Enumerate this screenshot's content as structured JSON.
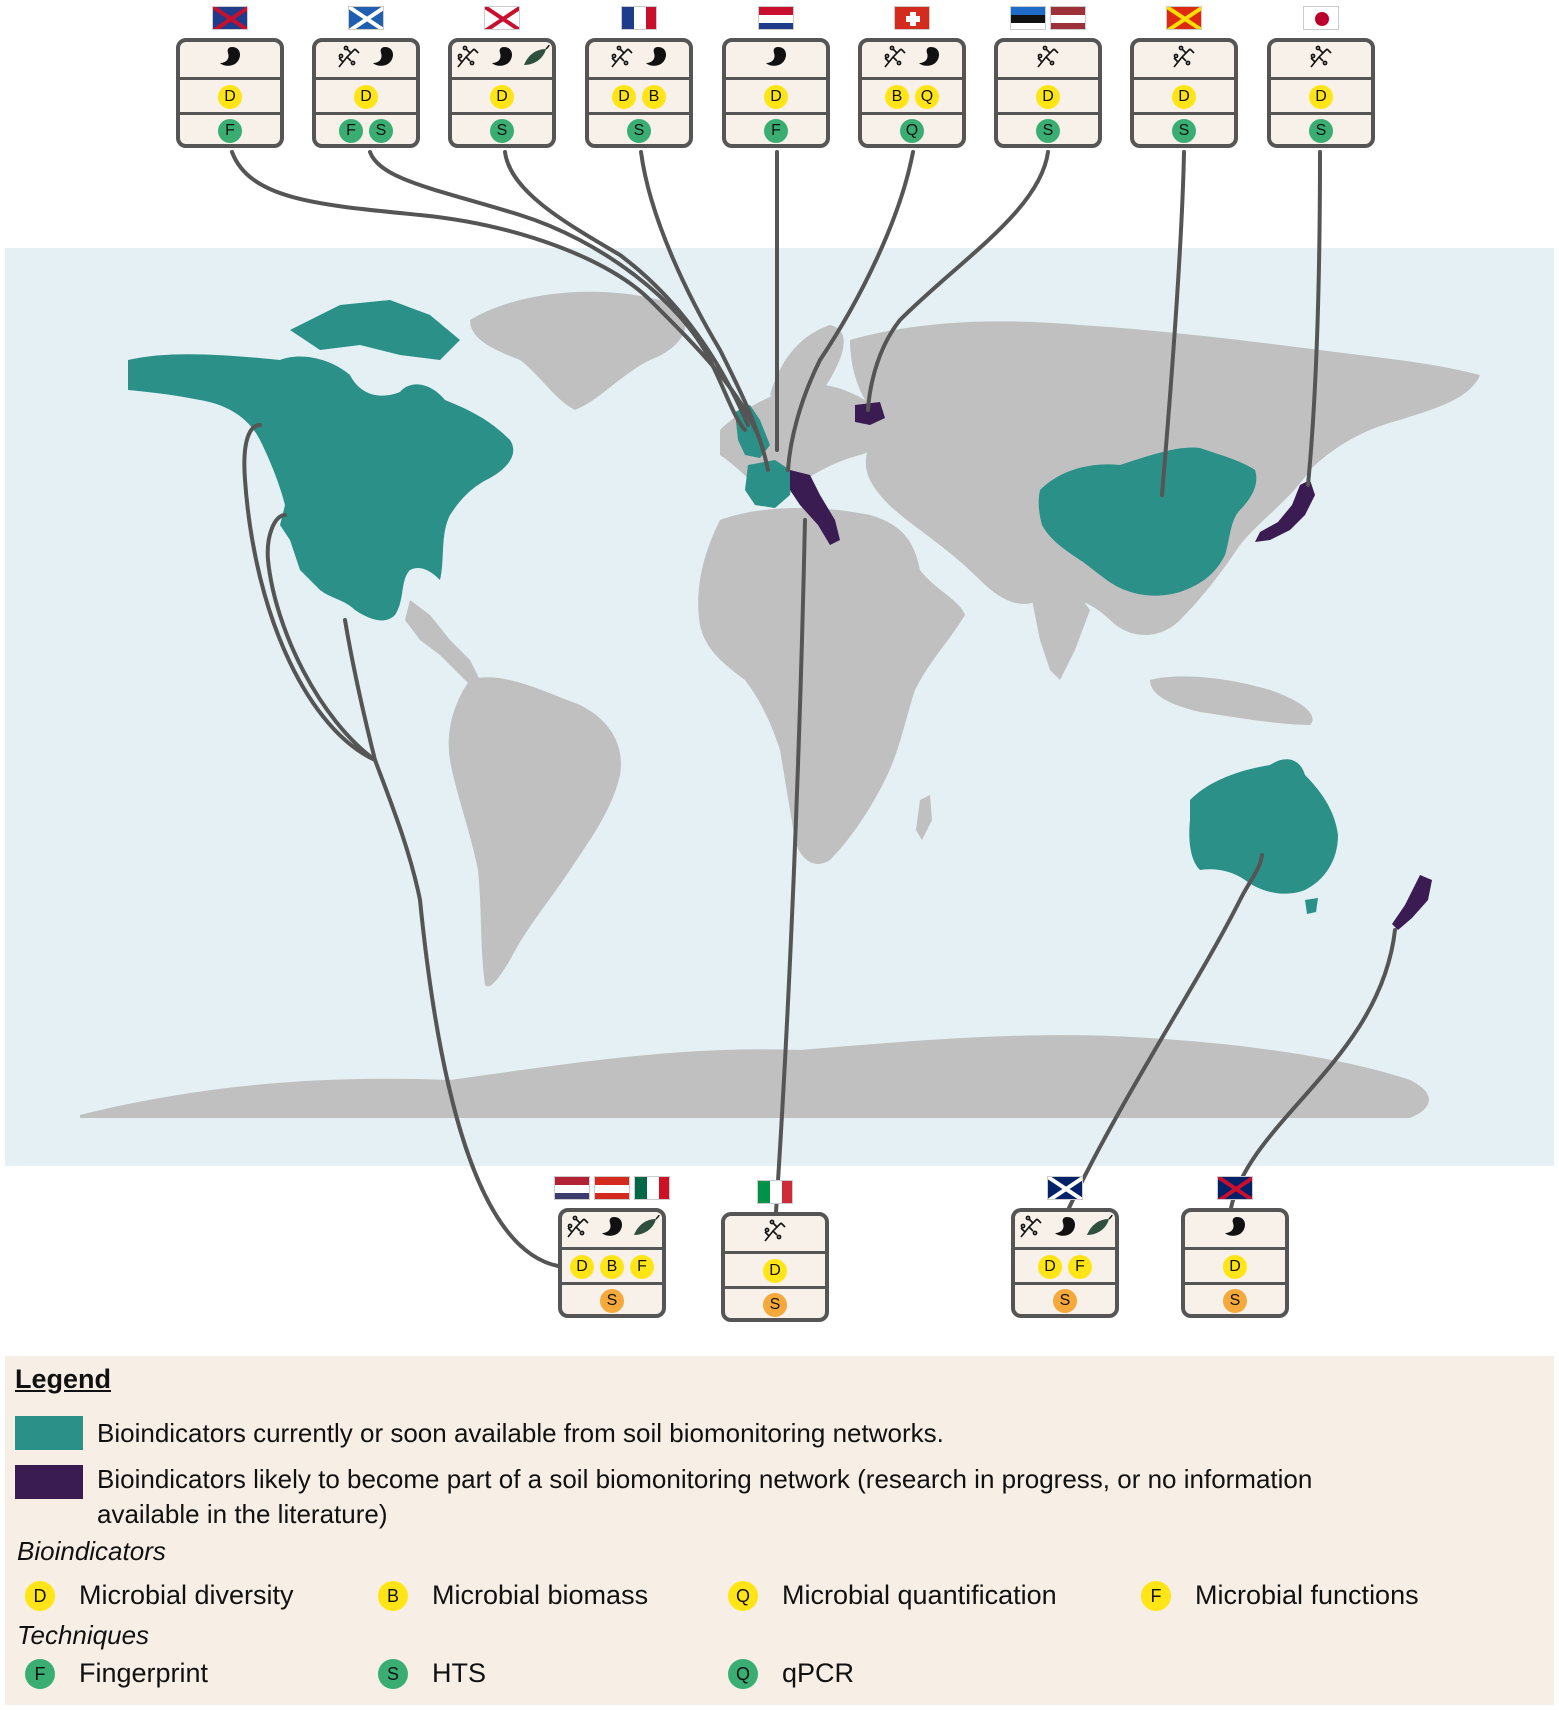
{
  "colors": {
    "ocean": "#e4f0f3",
    "land": "#c0c0c0",
    "available": "#2a9088",
    "likely": "#3a1b52",
    "line": "#555555",
    "bio_badge": "#ffe515",
    "tech_green": "#3aae72",
    "tech_orange": "#f5a93a"
  },
  "boxes": [
    {
      "id": "uk",
      "flags": [
        "uk"
      ],
      "organisms": [
        "fungi"
      ],
      "bio": [
        "D"
      ],
      "tech": [
        "F"
      ],
      "tech_color": "green"
    },
    {
      "id": "scotland",
      "flags": [
        "scotland"
      ],
      "organisms": [
        "bacteria",
        "fungi"
      ],
      "bio": [
        "D"
      ],
      "tech": [
        "F",
        "S"
      ],
      "tech_color": "green"
    },
    {
      "id": "wales",
      "flags": [
        "wales"
      ],
      "organisms": [
        "bacteria",
        "fungi",
        "protist"
      ],
      "bio": [
        "D"
      ],
      "tech": [
        "S"
      ],
      "tech_color": "green"
    },
    {
      "id": "france",
      "flags": [
        "france"
      ],
      "organisms": [
        "bacteria",
        "fungi"
      ],
      "bio": [
        "D",
        "B"
      ],
      "tech": [
        "S"
      ],
      "tech_color": "green"
    },
    {
      "id": "netherlands",
      "flags": [
        "netherlands"
      ],
      "organisms": [
        "fungi"
      ],
      "bio": [
        "D"
      ],
      "tech": [
        "F"
      ],
      "tech_color": "green"
    },
    {
      "id": "switzerland",
      "flags": [
        "switzerland"
      ],
      "organisms": [
        "bacteria",
        "fungi"
      ],
      "bio": [
        "B",
        "Q"
      ],
      "tech": [
        "Q"
      ],
      "tech_color": "green"
    },
    {
      "id": "estonia-latvia",
      "flags": [
        "estonia",
        "latvia"
      ],
      "organisms": [
        "bacteria"
      ],
      "bio": [
        "D"
      ],
      "tech": [
        "S"
      ],
      "tech_color": "green"
    },
    {
      "id": "china",
      "flags": [
        "china"
      ],
      "organisms": [
        "bacteria"
      ],
      "bio": [
        "D"
      ],
      "tech": [
        "S"
      ],
      "tech_color": "green"
    },
    {
      "id": "japan",
      "flags": [
        "japan"
      ],
      "organisms": [
        "bacteria"
      ],
      "bio": [
        "D"
      ],
      "tech": [
        "S"
      ],
      "tech_color": "green"
    },
    {
      "id": "north-america",
      "flags": [
        "usa",
        "canada",
        "mexico"
      ],
      "organisms": [
        "bacteria",
        "fungi",
        "protist"
      ],
      "bio": [
        "D",
        "B",
        "F"
      ],
      "tech": [
        "S"
      ],
      "tech_color": "orange"
    },
    {
      "id": "italy",
      "flags": [
        "italy"
      ],
      "organisms": [
        "bacteria"
      ],
      "bio": [
        "D"
      ],
      "tech": [
        "S"
      ],
      "tech_color": "orange"
    },
    {
      "id": "australia",
      "flags": [
        "australia"
      ],
      "organisms": [
        "bacteria",
        "fungi",
        "protist"
      ],
      "bio": [
        "D",
        "F"
      ],
      "tech": [
        "S"
      ],
      "tech_color": "orange"
    },
    {
      "id": "new-zealand",
      "flags": [
        "new-zealand"
      ],
      "organisms": [
        "fungi"
      ],
      "bio": [
        "D"
      ],
      "tech": [
        "S"
      ],
      "tech_color": "orange"
    }
  ],
  "legend": {
    "title": "Legend",
    "available": "Bioindicators currently or soon available from soil biomonitoring networks.",
    "likely_line1": "Bioindicators likely to become part of a soil biomonitoring network (research in progress, or no information",
    "likely_line2": "available in the literature)",
    "bio_heading": "Bioindicators",
    "bio_items": [
      {
        "code": "D",
        "label": "Microbial diversity"
      },
      {
        "code": "B",
        "label": "Microbial biomass"
      },
      {
        "code": "Q",
        "label": "Microbial quantification"
      },
      {
        "code": "F",
        "label": "Microbial functions"
      }
    ],
    "tech_heading": "Techniques",
    "tech_items": [
      {
        "code": "F",
        "label": "Fingerprint"
      },
      {
        "code": "S",
        "label": "HTS"
      },
      {
        "code": "Q",
        "label": "qPCR"
      }
    ]
  }
}
